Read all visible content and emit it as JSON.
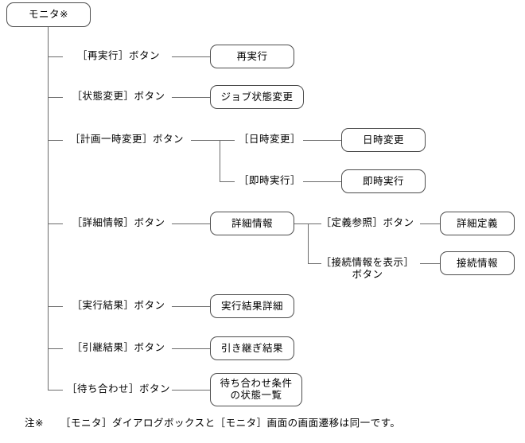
{
  "diagram": {
    "root": {
      "label": "モニタ※"
    },
    "branches": [
      {
        "button_label": "［再実行］ボタン",
        "screen": {
          "label": "再実行"
        }
      },
      {
        "button_label": "［状態変更］ボタン",
        "screen": {
          "label": "ジョブ状態変更"
        }
      },
      {
        "button_label": "［計画一時変更］ボタン",
        "children": [
          {
            "button_label": "［日時変更］",
            "screen": {
              "label": "日時変更"
            }
          },
          {
            "button_label": "［即時実行］",
            "screen": {
              "label": "即時実行"
            }
          }
        ]
      },
      {
        "button_label": "［詳細情報］ボタン",
        "screen": {
          "label": "詳細情報"
        },
        "children": [
          {
            "button_label": "［定義参照］ボタン",
            "screen": {
              "label": "詳細定義"
            }
          },
          {
            "button_label": "［接続情報を表示］\nボタン",
            "screen": {
              "label": "接続情報"
            }
          }
        ]
      },
      {
        "button_label": "［実行結果］ボタン",
        "screen": {
          "label": "実行結果詳細"
        }
      },
      {
        "button_label": "［引継結果］ボタン",
        "screen": {
          "label": "引き継ぎ結果"
        }
      },
      {
        "button_label": "［待ち合わせ］ボタン",
        "screen": {
          "label": "待ち合わせ条件\nの状態一覧"
        }
      }
    ],
    "footnote": {
      "mark": "注※",
      "text": "［モニタ］ダイアログボックスと［モニタ］画面の画面遷移は同一です。"
    },
    "colors": {
      "line": "#6b6b6b",
      "box_border": "#4d4d4d",
      "background": "#ffffff",
      "text": "#000000"
    }
  }
}
